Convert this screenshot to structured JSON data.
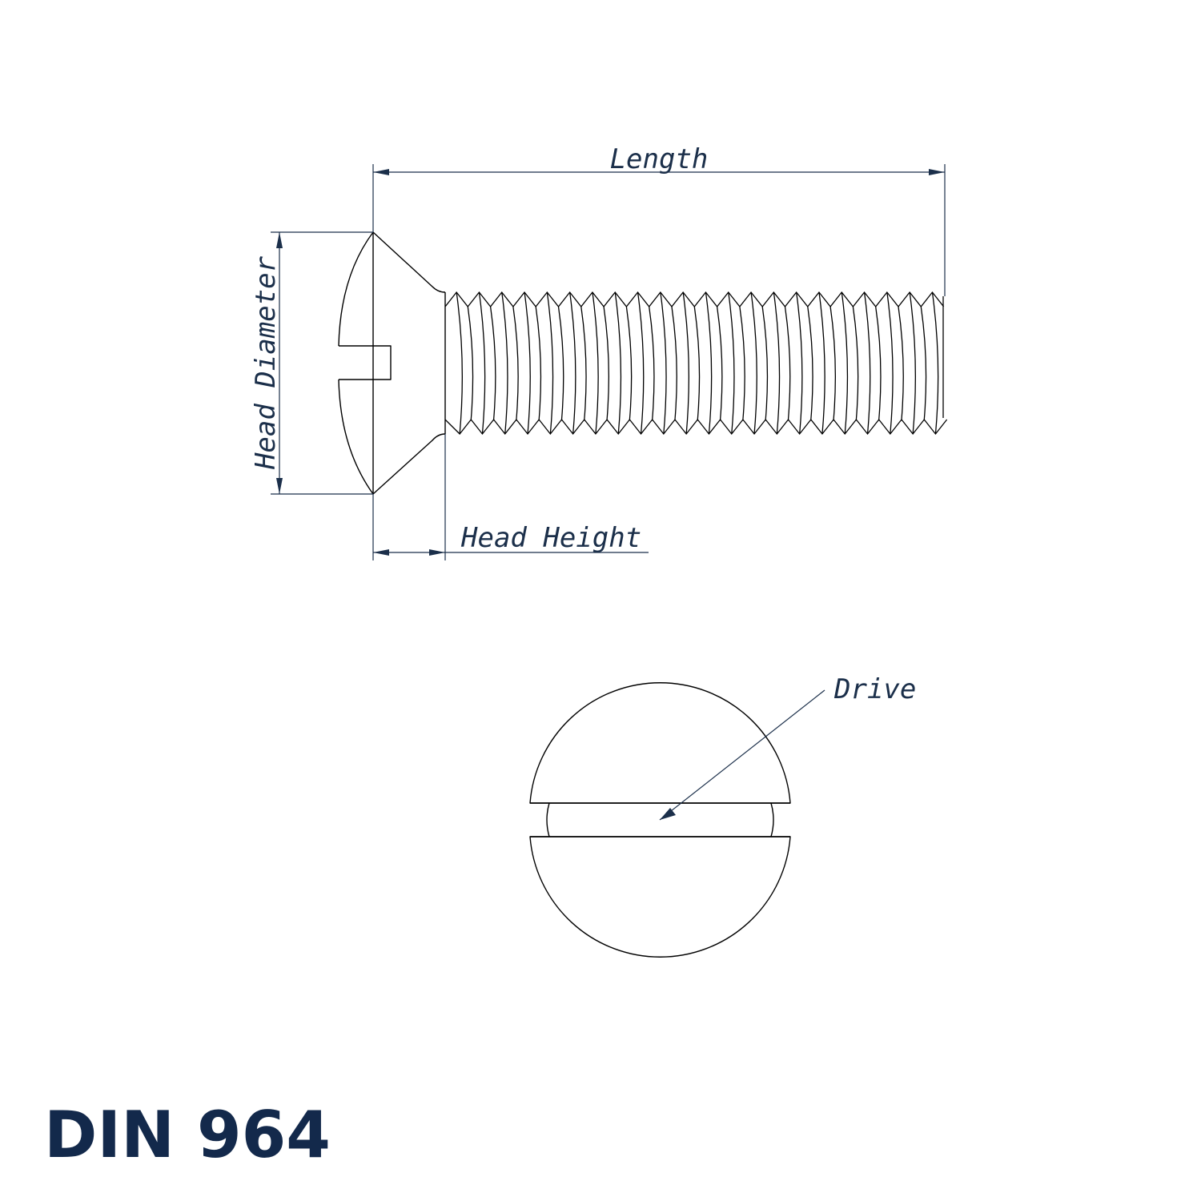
{
  "title": "DIN 964",
  "labels": {
    "length": "Length",
    "head_diameter": "Head Diameter",
    "head_height": "Head Height",
    "drive": "Drive"
  },
  "colors": {
    "outline": "#000000",
    "dimension": "#1b2f4a",
    "title": "#13294b",
    "background": "#ffffff"
  }
}
